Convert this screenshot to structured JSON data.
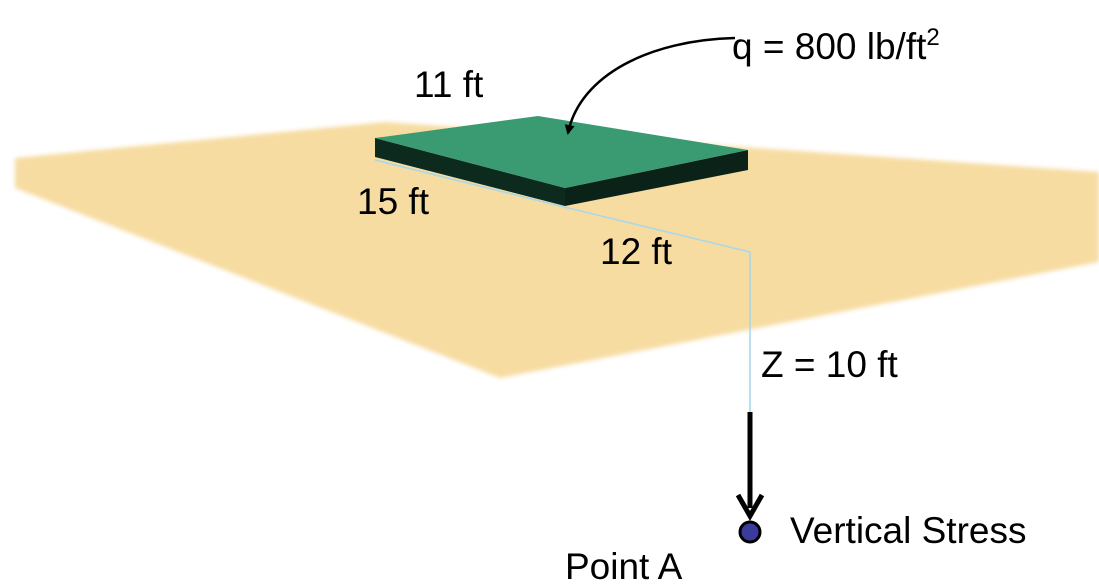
{
  "load": {
    "label": "q = 800 lb/ft",
    "exponent": "2"
  },
  "dimensions": {
    "length_back": "11 ft",
    "width_side": "15 ft",
    "offset": "12 ft",
    "depth": "Z = 10 ft"
  },
  "point": {
    "stress_label": "Vertical Stress",
    "name": "Point A"
  },
  "colors": {
    "ground": "#f7dca2",
    "footing_top": "#3a9b73",
    "footing_side": "#0d2a1e",
    "projection_line": "#a9d8ea",
    "point_fill": "#3b3b9c"
  }
}
